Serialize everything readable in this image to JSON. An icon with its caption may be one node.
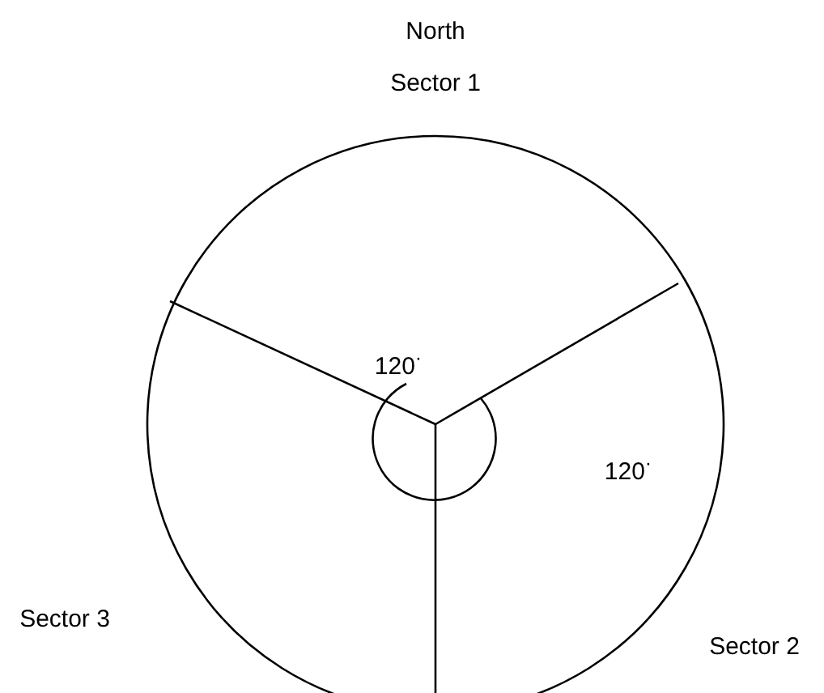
{
  "diagram": {
    "labels": [
      "North",
      "Sector 1",
      "120$^{·}$",
      "120$^{·}$",
      "Sector 3",
      "Sector 2"
    ]
  }
}
